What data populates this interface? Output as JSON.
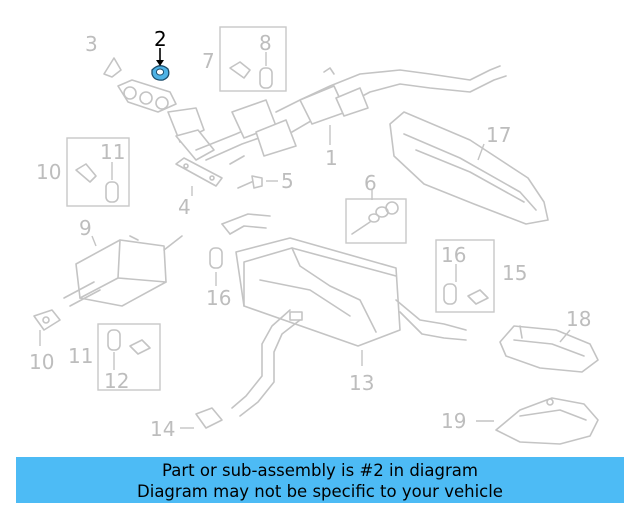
{
  "diagram": {
    "highlighted_part": "2",
    "labels": {
      "n1": "1",
      "n2": "2",
      "n3": "3",
      "n4": "4",
      "n5": "5",
      "n6": "6",
      "n7": "7",
      "n8": "8",
      "n9": "9",
      "n10a": "10",
      "n10b": "10",
      "n11a": "11",
      "n11b": "11",
      "n12": "12",
      "n13": "13",
      "n14": "14",
      "n15": "15",
      "n16a": "16",
      "n16b": "16",
      "n17": "17",
      "n18": "18",
      "n19": "19"
    },
    "colors": {
      "highlight": "#4fb3e6",
      "line": "#c4c4c4",
      "banner": "#4dbbf5"
    }
  },
  "banner": {
    "line1": "Part or sub-assembly is #2 in diagram",
    "line2": "Diagram may not be specific to your vehicle"
  }
}
